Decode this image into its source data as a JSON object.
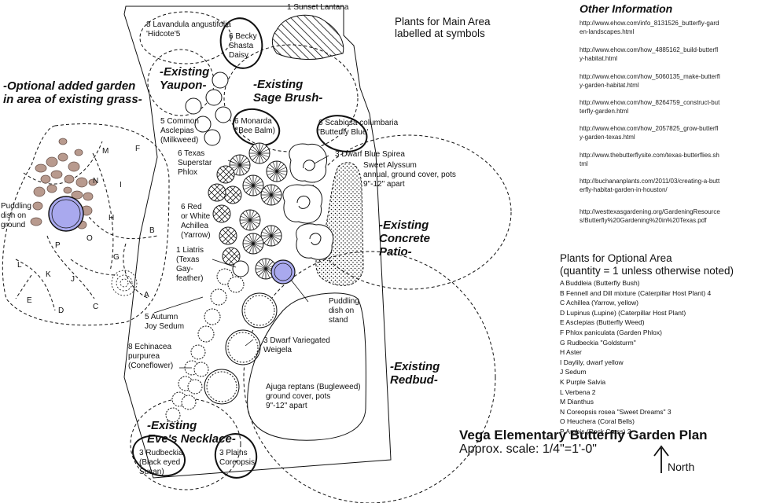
{
  "main_header": {
    "line1": "Plants for Main Area",
    "line2": "labelled at symbols"
  },
  "plant_labels": {
    "sunset_lantana": "1 Sunset Lantana",
    "lavandula": "8 Lavandula angustifolia\n'Hidcote'5",
    "shasta_daisy": "6 Becky\nShasta\nDaisy",
    "asclepias": "5 Common\nAsclepias\n(Milkweed)",
    "monarda": "6 Monarda\n('Bee Balm)",
    "scabiosa": "6 Scabiosa columbaria\n'Butterfly Blue'",
    "texas_phlox": "6 Texas\nSuperstar\nPhlox",
    "spirea": "3 Dwarf Blue Spirea",
    "sweet_alyssum": "Sweet Alyssum\nannual, ground cover, pots\n9\"-12\" apart",
    "achillea": "6 Red\nor White\nAchillea\n(Yarrow)",
    "liatris": "1 Liatris\n(Texas\nGay-\nfeather)",
    "autumn_joy": "5 Autumn\nJoy Sedum",
    "echinacea": "8 Echinacea\npurpurea\n(Coneflower)",
    "weigela": "3 Dwarf Variegated\nWeigela",
    "ajuga": "Ajuga reptans (Bugleweed)\nground cover, pots\n9\"-12\" apart",
    "rudbeckia": "3 Rudbeckia\n(Black eyed\nSusan)",
    "plains_coreopsis": "3 Plains\nCoreopsis",
    "puddling_ground": "Puddling\ndish on\nground",
    "puddling_stand": "Puddling\ndish on\nstand"
  },
  "area_labels": {
    "optional": "-Optional added garden\nin area of existing grass-",
    "yaupon": "-Existing\nYaupon-",
    "sage_brush": "-Existing\nSage Brush-",
    "concrete_patio": "-Existing\nConcrete\nPatio-",
    "redbud": "-Existing\nRedbud-",
    "eves_necklace": "-Existing\nEve's Necklace-"
  },
  "bed_letters": [
    "M",
    "F",
    "N",
    "I",
    "H",
    "B",
    "O",
    "P",
    "G",
    "L",
    "K",
    "J",
    "A",
    "E",
    "D",
    "C"
  ],
  "other_info": {
    "title": "Other Information",
    "links": [
      "http://www.ehow.com/info_8131526_butterfly-garden-landscapes.html",
      "http://www.ehow.com/how_4885162_build-butterfly-habitat.html",
      "http://www.ehow.com/how_5060135_make-butterfly-garden-habitat.html",
      "http://www.ehow.com/how_8264759_construct-butterfly-garden.html",
      "http://www.ehow.com/how_2057825_grow-butterfly-garden-texas.html",
      "http://www.thebutterflysite.com/texas-butterflies.shtml",
      "http://buchananplants.com/2011/03/creating-a-butterfly-habitat-garden-in-houston/",
      "http://westtexasgardening.org/GardeningResources/Butterfly%20Gardening%20in%20Texas.pdf"
    ]
  },
  "optional_area": {
    "title_line1": "Plants for Optional Area",
    "title_line2": "(quantity = 1 unless otherwise noted)",
    "items": [
      "A  Buddleia (Butterfly Bush)",
      "B  Fennell and Dill mixture (Caterpillar Host Plant)    4",
      "C  Achillea (Yarrow, yellow)",
      "D  Lupinus (Lupine) (Caterpillar Host Plant)",
      "E  Asclepias (Butterfly Weed)",
      "F  Phlox paniculata (Garden Phlox)",
      "G  Rudbeckia \"Goldsturm\"",
      "H  Aster",
      "I   Daylily, dwarf yellow",
      "J  Sedum",
      "K Purple Salvia",
      "L  Verbena   2",
      "M  Dianthus",
      "N  Coreopsis rosea \"Sweet Dreams\"    3",
      "O  Heuchera (Coral Bells)",
      "P  Arabis (Rock Cress)   2"
    ]
  },
  "plan_title": "Vega Elementary Butterfly Garden Plan",
  "scale": "Approx. scale: 1/4\"=1'-0\"",
  "north": "North",
  "colors": {
    "puddling_dish": "#a9a9ee",
    "rock": "#b89a8e",
    "ink": "#111111"
  }
}
